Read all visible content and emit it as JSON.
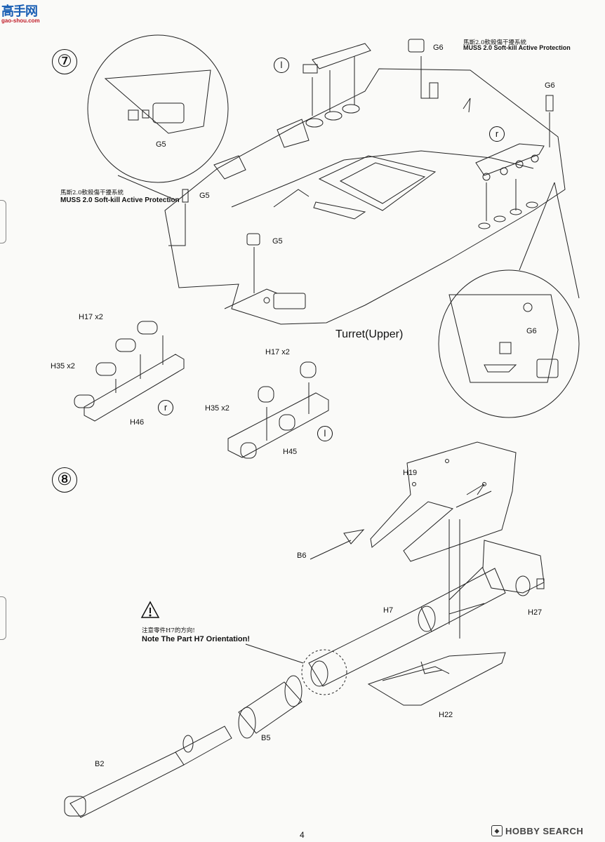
{
  "watermark_top": {
    "logo_text": "高手网",
    "url": "gao-shou.com"
  },
  "step7": {
    "number": "⑦",
    "muss_cn": "馬斯2.0軟殺傷干擾系統",
    "muss_en": "MUSS 2.0 Soft-kill Active Protection",
    "turret_label": "Turret(Upper)",
    "parts": {
      "g5_left": "G5",
      "g5_center": "G5",
      "g5_detail": "G5",
      "g6_top": "G6",
      "g6_right": "G6",
      "g6_detail": "G6"
    },
    "side_marks": {
      "left": "l",
      "right": "r"
    },
    "h46": {
      "h17": "H17",
      "h17_qty": "x2",
      "h35": "H35",
      "h35_qty": "x2",
      "label": "H46",
      "mark": "r"
    },
    "h45": {
      "h17": "H17",
      "h17_qty": "x2",
      "h35": "H35",
      "h35_qty": "x2",
      "label": "H45",
      "mark": "l"
    }
  },
  "step8": {
    "number": "⑧",
    "note_cn": "注意零件H7的方向!",
    "note_en": "Note The Part H7 Orientation!",
    "parts": {
      "h19": "H19",
      "b6": "B6",
      "h7": "H7",
      "h27": "H27",
      "h22": "H22",
      "b5": "B5",
      "b2": "B2"
    }
  },
  "footer": {
    "page_number": "4",
    "brand": "HOBBY SEARCH"
  },
  "icons": [
    "warning-triangle-icon",
    "hobby-search-logo-icon"
  ]
}
